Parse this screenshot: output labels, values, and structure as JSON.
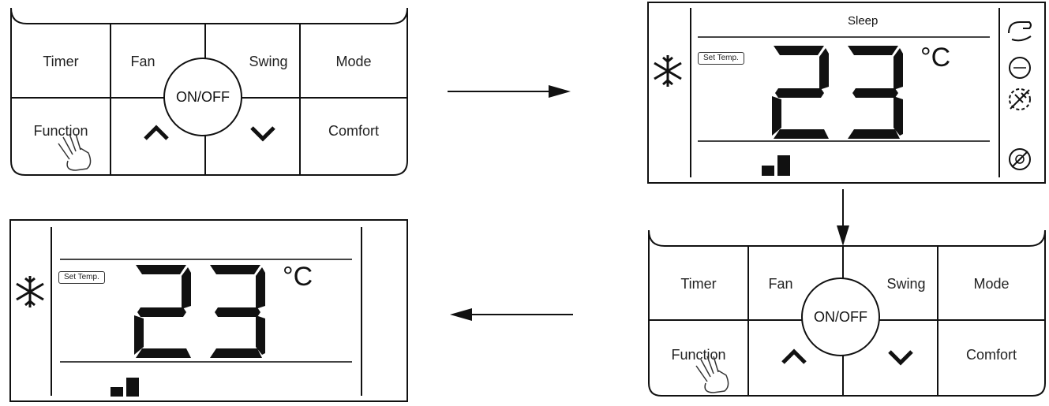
{
  "keypad": {
    "timer": "Timer",
    "fan": "Fan",
    "swing": "Swing",
    "mode": "Mode",
    "function": "Function",
    "comfort": "Comfort",
    "onoff": "ON/OFF"
  },
  "display": {
    "set_temp_label": "Set Temp.",
    "temperature": "23",
    "unit": "°C",
    "sleep_label": "Sleep"
  },
  "icons": {
    "mode": "snowflake-icon",
    "up": "chevron-up-icon",
    "down": "chevron-down-icon",
    "pointer": "hand-pointer-icon",
    "fan_speed": "fan-speed-bars-icon"
  },
  "colors": {
    "ink": "#111111",
    "background": "#ffffff"
  }
}
